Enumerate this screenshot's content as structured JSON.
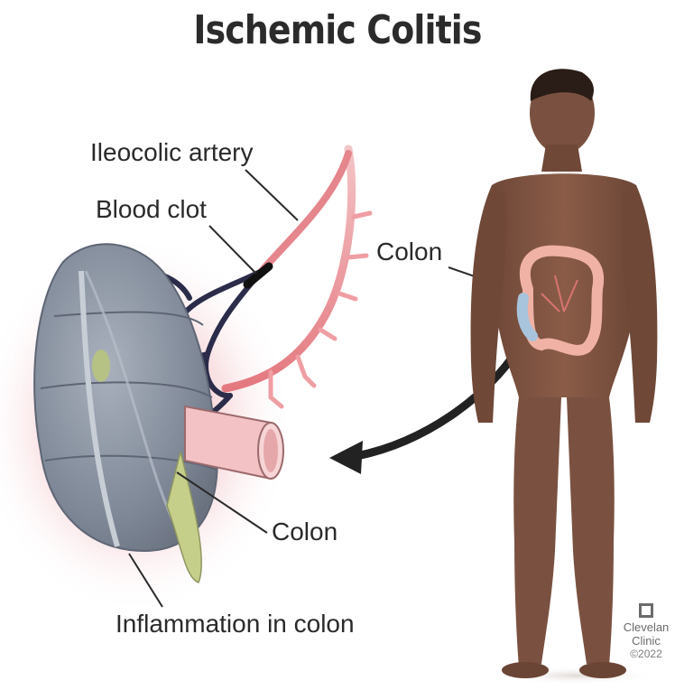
{
  "title": "Ischemic Colitis",
  "labels": {
    "ileocolic_artery": "Ileocolic artery",
    "blood_clot": "Blood clot",
    "colon_body": "Colon",
    "colon_detail": "Colon",
    "inflammation": "Inflammation in colon"
  },
  "logo": {
    "line1": "Clevelan",
    "line2": "Clinic",
    "copyright": "©2022"
  },
  "colors": {
    "skin": "#7a5140",
    "colon": "#8c95a3",
    "artery": "#e68a8f",
    "clot": "#1a1a2e",
    "inflammation": "#e06b78"
  }
}
